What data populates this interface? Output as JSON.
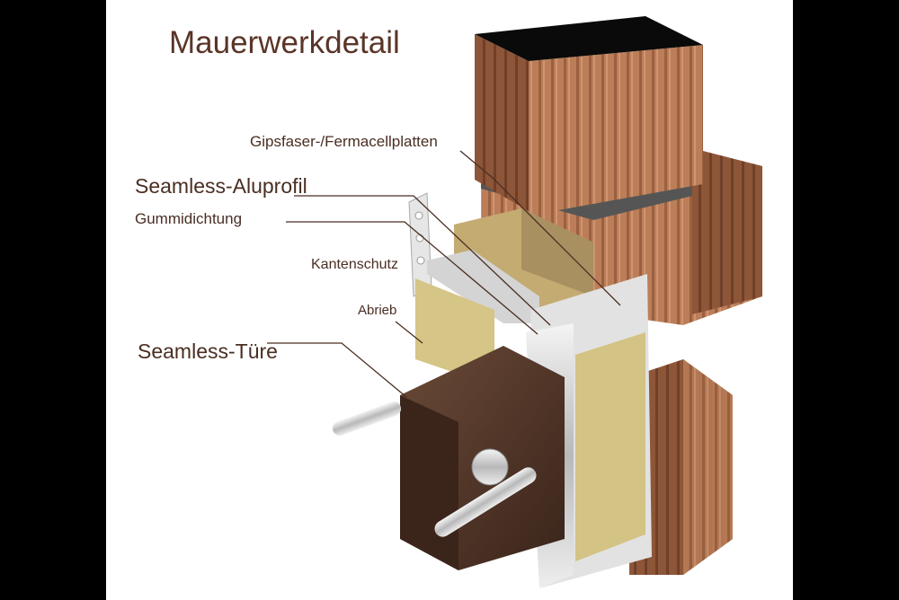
{
  "title": "Mauerwerkdetail",
  "labels": {
    "gipsfaser": "Gipsfaser-/Fermacellplatten",
    "aluprofil": "Seamless-Aluprofil",
    "gummidichtung": "Gummidichtung",
    "kantenschutz": "Kantenschutz",
    "abrieb": "Abrieb",
    "tuere": "Seamless-Türe"
  },
  "colors": {
    "text": "#4a2e22",
    "brick": "#b67a55",
    "insulation": "#c8b27a",
    "plaster": "#d9cb8a",
    "frame": "#d8d8d8",
    "door": "#4a3224"
  }
}
